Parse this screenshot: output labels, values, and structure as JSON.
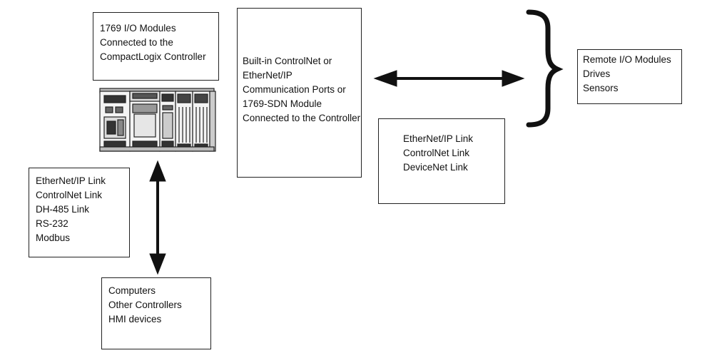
{
  "boxes": {
    "compactlogix_modules": {
      "lines": [
        "1769 I/O Modules",
        "Connected to the",
        "CompactLogix Controller"
      ]
    },
    "builtin_ports": {
      "lines": [
        "Built-in ControlNet or",
        "EtherNet/IP",
        "Communication Ports or",
        "1769-SDN Module",
        "Connected to the Controller"
      ]
    },
    "remote_devices": {
      "lines": [
        "Remote I/O Modules",
        "Drives",
        "Sensors"
      ]
    },
    "network_links_right": {
      "lines": [
        "EtherNet/IP Link",
        "ControlNet Link",
        "DeviceNet Link"
      ]
    },
    "network_links_left": {
      "lines": [
        "EtherNet/IP Link",
        "ControlNet Link",
        "DH-485 Link",
        "RS-232",
        "Modbus"
      ]
    },
    "host_devices": {
      "lines": [
        "Computers",
        "Other Controllers",
        "HMI devices"
      ]
    }
  },
  "colors": {
    "line": "#111111",
    "module_body": "#f4f4f4",
    "module_dark": "#333333"
  }
}
